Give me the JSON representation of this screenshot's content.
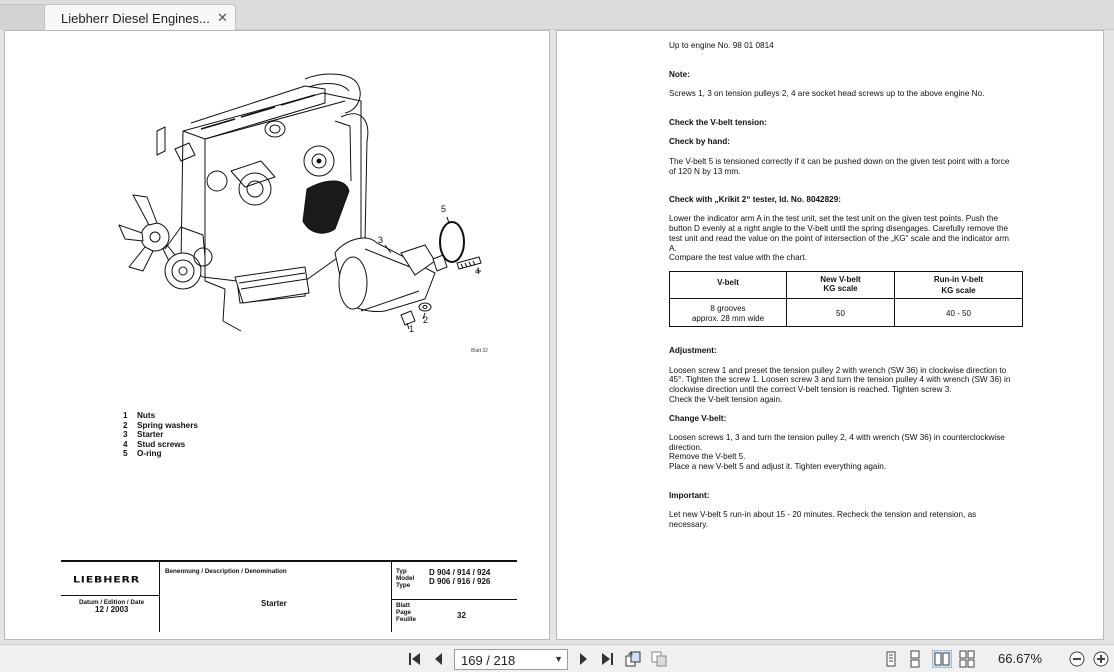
{
  "tab": {
    "title": "Liebherr Diesel Engines..."
  },
  "diagram": {
    "callouts": [
      "1",
      "2",
      "3",
      "4",
      "5"
    ],
    "sheet_ref": "Blatt 32"
  },
  "parts_list": [
    {
      "num": "1",
      "label": "Nuts"
    },
    {
      "num": "2",
      "label": "Spring washers"
    },
    {
      "num": "3",
      "label": "Starter"
    },
    {
      "num": "4",
      "label": "Stud screws"
    },
    {
      "num": "5",
      "label": "O-ring"
    }
  ],
  "title_block": {
    "logo": "LIEBHERR",
    "description_header": "Benennung / Description / Denomination",
    "description": "Starter",
    "type_label1": "Typ",
    "type_label2": "Model",
    "type_label3": "Type",
    "type_value1": "D  904 / 914 / 924",
    "type_value2": "D  906 / 916 / 926",
    "date_header": "Datum / Edition / Date",
    "date": "12 / 2003",
    "page_label1": "Blatt",
    "page_label2": "Page",
    "page_label3": "Feuille",
    "page_value": "32"
  },
  "right_page": {
    "engine_no": "Up to engine No.  98 01 0814",
    "note_h": "Note:",
    "note": "Screws 1, 3 on tension pulleys 2, 4 are socket head screws up to the above engine No.",
    "check_h": "Check the V-belt tension:",
    "hand_h": "Check by hand:",
    "hand1": "The V-belt 5 is tensioned correctly if it can be pushed down on the given test point with a force",
    "hand2": "of 120 N by 13 mm.",
    "krikit_h": "Check with „Krikit 2“ tester, Id. No. 8042829:",
    "krikit1": "Lower the indicator arm A in the test unit, set the test unit on the given test points. Push the",
    "krikit2": "button D evenly at a right angle to the V-belt until the spring disengages. Carefully remove the",
    "krikit3": "test unit and read the value on the point of intersection of the  „KG“ scale and the indicator arm",
    "krikit4": "A.",
    "krikit5": "Compare the test value with the chart.",
    "table": {
      "h1": "V-belt",
      "h2a": "New V-belt",
      "h2b": "KG scale",
      "h3a": "Run-in V-belt",
      "h3b": "KG scale",
      "c1a": "8 grooves",
      "c1b": "approx. 28 mm wide",
      "c2": "50",
      "c3": "40 - 50"
    },
    "adj_h": "Adjustment:",
    "adj1": "Loosen screw 1 and preset the tension pulley 2 with wrench (SW 36) in clockwise direction to",
    "adj2": "45°. Tighten the screw 1. Loosen screw 3 and turn the tension pulley 4 with wrench (SW 36) in",
    "adj3": "clockwise direction until the correct V-belt tension is reached. Tighten screw 3.",
    "adj4": "Check the V-belt tension again.",
    "change_h": "Change V-belt:",
    "change1": "Loosen screws 1, 3 and turn the tension pulley 2, 4 with wrench (SW 36) in counterclockwise",
    "change2": "direction.",
    "change3": "Remove the V-belt 5.",
    "change4": "Place a new V-belt 5 and adjust it. Tighten everything again.",
    "imp_h": "Important:",
    "imp1": "Let new V-belt 5 run-in about 15 - 20 minutes.  Recheck the tension and retension, as",
    "imp2": "necessary."
  },
  "toolbar": {
    "page_indicator": "169 / 218",
    "zoom": "66.67%"
  }
}
